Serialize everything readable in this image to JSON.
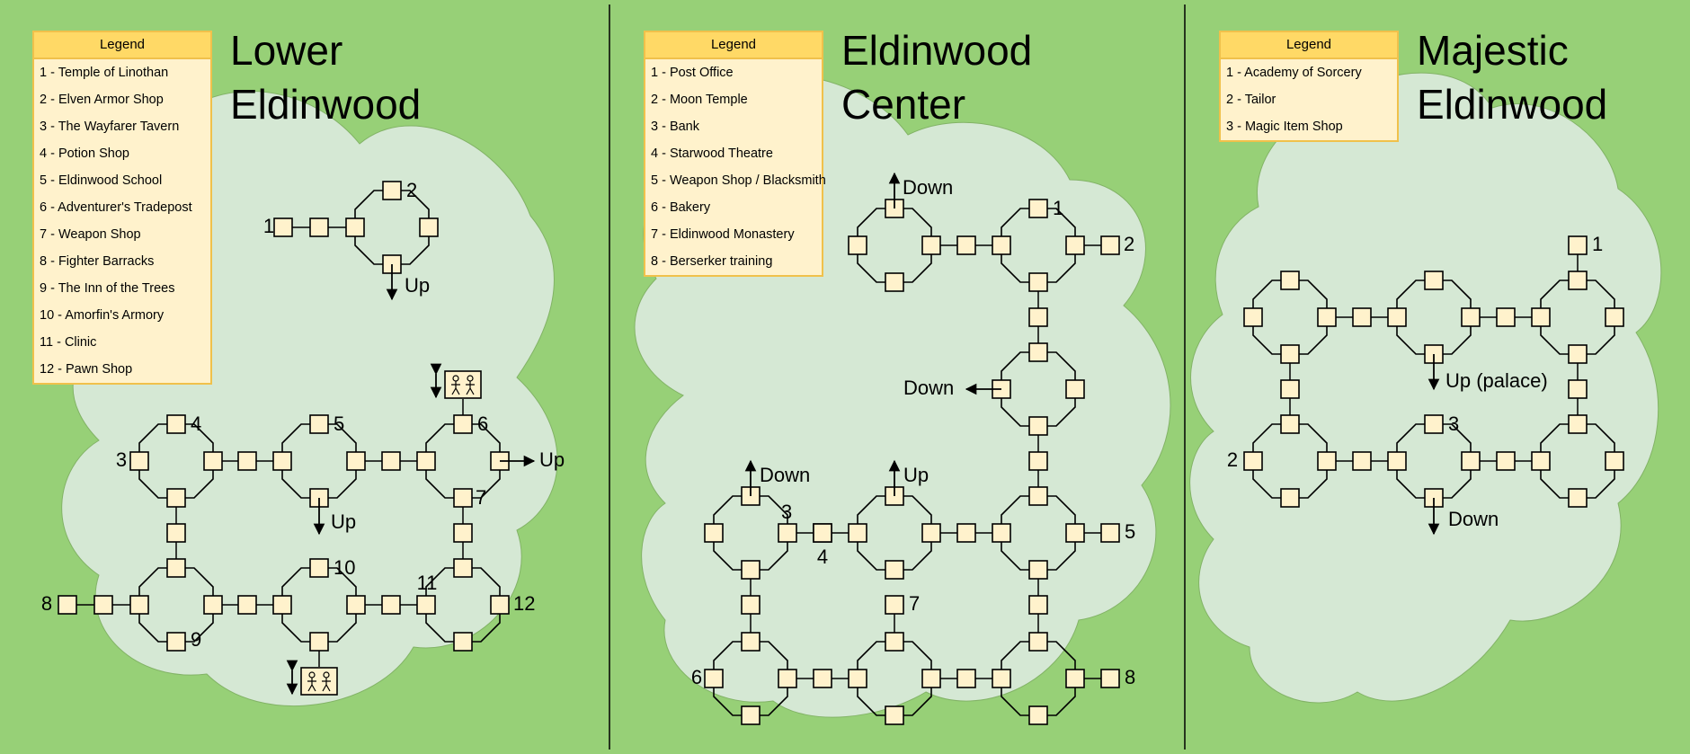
{
  "colors": {
    "background": "#97d077",
    "cloud": "#d5e8d4",
    "room_fill": "#fff2cc",
    "legend_header": "#ffd966",
    "legend_border": "#f0c14b",
    "divider": "#000000"
  },
  "maps": [
    {
      "title": "Lower\nEldinwood",
      "legend_heading": "Legend",
      "legend": [
        "1 - Temple of Linothan",
        "2 - Elven Armor Shop",
        "3 - The Wayfarer Tavern",
        "4 - Potion Shop",
        "5 - Eldinwood School",
        "6 - Adventurer's Tradepost",
        "7 - Weapon Shop",
        "8 - Fighter Barracks",
        "9 - The Inn of the Trees",
        "10 - Amorfin's Armory",
        "11 - Clinic",
        "12 - Pawn Shop"
      ],
      "labels": [
        "1",
        "2",
        "Up",
        "3",
        "4",
        "5",
        "6",
        "Up",
        "7",
        "Up",
        "8",
        "9",
        "10",
        "11",
        "12"
      ],
      "icons": [
        "teleport-icon",
        "teleport-icon"
      ]
    },
    {
      "title": "Eldinwood\nCenter",
      "legend_heading": "Legend",
      "legend": [
        "1 - Post Office",
        "2 - Moon Temple",
        "3 - Bank",
        "4 - Starwood Theatre",
        "5 - Weapon Shop / Blacksmith",
        "6 - Bakery",
        "7 - Eldinwood Monastery",
        "8 - Berserker training"
      ],
      "labels": [
        "Down",
        "1",
        "2",
        "Down",
        "Down",
        "3",
        "Up",
        "4",
        "5",
        "7",
        "6",
        "8"
      ]
    },
    {
      "title": "Majestic\nEldinwood",
      "legend_heading": "Legend",
      "legend": [
        "1 - Academy of Sorcery",
        "2 - Tailor",
        "3 - Magic Item Shop"
      ],
      "labels": [
        "1",
        "Up (palace)",
        "2",
        "3",
        "Down"
      ]
    }
  ]
}
